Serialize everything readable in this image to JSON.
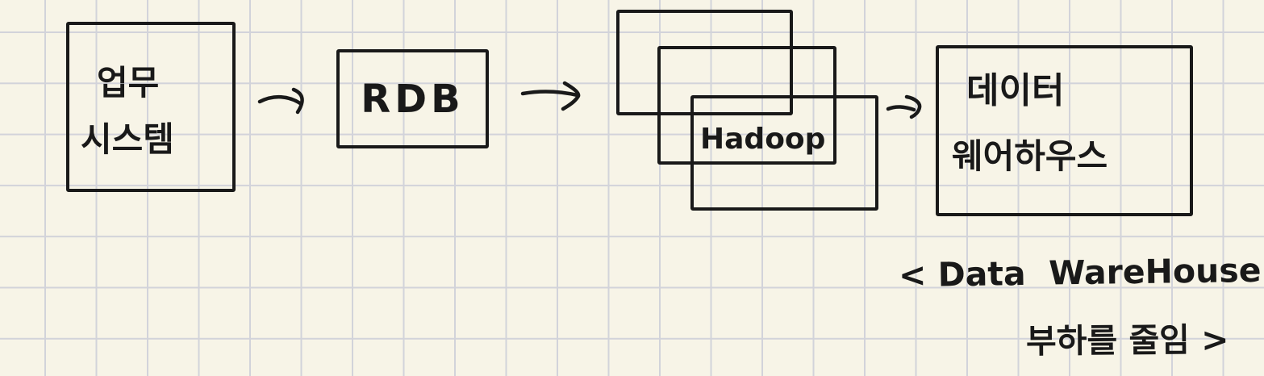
{
  "colors": {
    "background": "#f7f4e7",
    "grid_line": "#d2d3da",
    "ink": "#191919"
  },
  "nodes": {
    "business_system": {
      "line1": "업무",
      "line2": "시스템"
    },
    "rdb": {
      "label": "RDB"
    },
    "hadoop": {
      "label": "Hadoop"
    },
    "data_warehouse": {
      "line1": "데이터",
      "line2": "웨어하우스"
    }
  },
  "caption": {
    "line1": "< Data  WareHouse",
    "line2": "부하를 줄임 >"
  }
}
